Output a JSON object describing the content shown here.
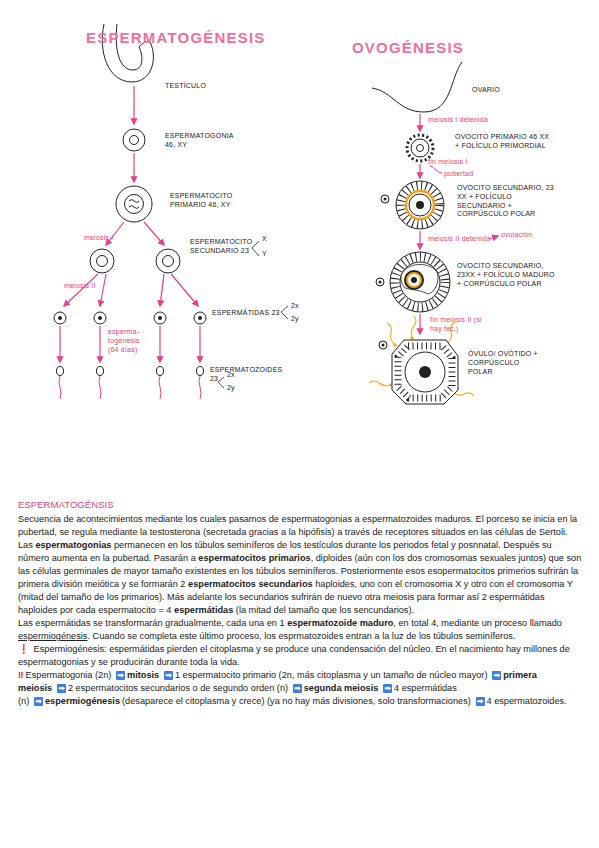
{
  "diagram": {
    "labels": [
      "ESPERMATOGÉNESIS",
      "TESTÍCULO",
      "ESPERMATOGONIA 46, XY",
      "ESPERMATOCITO PRIMARIO 46, XY",
      "meiosis I",
      "ESPERMATOCITO SECUNDARIO 23",
      "X",
      "Y",
      "meiosis II",
      "esperma- togénesis (64 días)",
      "ESPERMÁTIDAS 23",
      "2x",
      "2y",
      "ESPERMATOZOIDES 23",
      "2x",
      "2y",
      "OVOGÉNESIS",
      "OVARIO",
      "meiosis I detenida",
      "OVOCITO PRIMARIO 46 XX + FOLÍCULO PRIMORDIAL",
      "fin meiosis I",
      "pubertad",
      "OVOCITO SECUNDARIO, 23 XX + FOLÍCULO SECUNDARIO + CORPÚSCULO POLAR",
      "meiosis II detenida",
      "ovulación",
      "OVOCITO SECUNDARIO, 23XX + FOLÍCULO MADURO + CORPÚSCULO POLAR",
      "fin meiosis II (si hay fec.)",
      "ÓVULO/ OVÓTIDO + CORPÚSCULO POLAR",
      "ESPERMATOGÉNSIS",
      "Secuencia de acontecimientos mediante los cuales pasamos de espermatogonias a espermatozoides maduros. El porceso se inicia en la pubertad, se regula mediante la testosterona (secretada gracias a la hipófisis) a través de receptores situados en las células de Sertoli.",
      "Las ",
      "espermatogonias",
      " permanecen en los túbulos seminíferos de los testículos durante los periodos fetal y posnnatal. Después su número aumenta en la pubertad. Pasarán a ",
      "espermatocitos primarios",
      ", diploides (aún con los dos cromosomas sexuales juntos) que son las células germinales de mayor tamaño existentes en los túbulos seminíferos. Posteriormente esos esopermatocitos primerios sufrirán la primera división meiótica y se formarán 2 ",
      "espermatocitos secundarios",
      " haploides, uno con el cromosoma X y otro con el cromosoma Y (mitad del tamaño de los primarios). Más adelante los secundarios sufrirán de nuevo otra meiosis para formar así 2 espermátidas haploides por cada espermatocito = 4 ",
      "espermátidas",
      " (la mitad del tamaño que los sencundarios).",
      "Las espermátidas se transformarán gradualmente, cada una en 1 ",
      "espermatozoide maduro",
      ", en total 4, mediante un proceso llamado ",
      "espermiogénesis",
      ". Cuando se completa este último proceso, los esprmatozoides entran a la luz de los túbulos seminíferos.",
      "❗",
      " Espermiogénesis: espermátidas pierden el citoplasma y se produce una condensación del núcleo. En el nacimiento hay millones de espermatogonias y se producirán durante toda la vida.",
      "‼",
      "Espermatogonia (2n)",
      "➡",
      "mitosis",
      "➡",
      "1 espermatocito primario (2n, más citoplasma y un tamaño de núcleo mayor)",
      "➡",
      "primera meiosis",
      "➡",
      "2 espermatocitos secundarios o de segundo orden (n)",
      "➡",
      "segunda meiosis",
      "➡",
      "4 espermátidas (n)",
      "➡",
      "espermiogénesis",
      "(desaparece el citoplasma y crece) (ya no hay más divisiones, solo transformaciones)",
      "➡",
      "4 espermatozoides."
    ]
  }
}
